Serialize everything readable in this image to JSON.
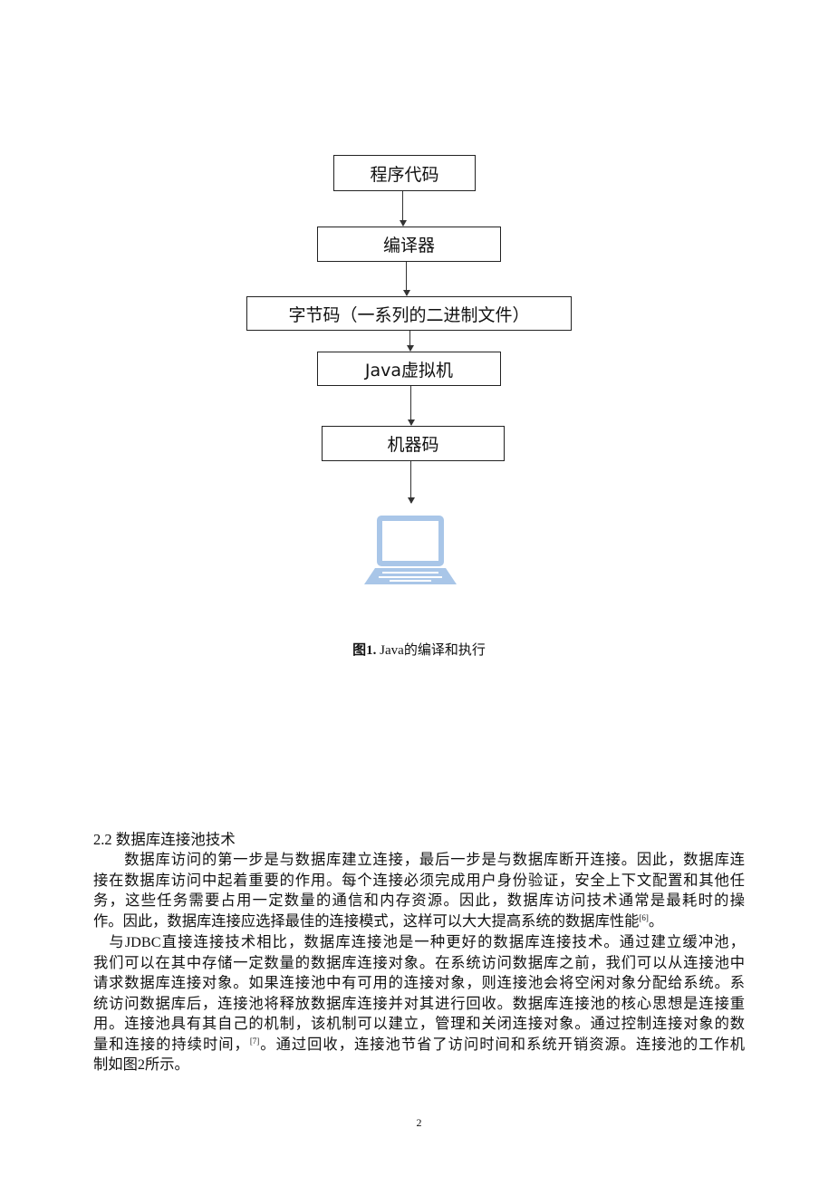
{
  "figure": {
    "boxes": [
      "程序代码",
      "编译器",
      "字节码（一系列的二进制文件）",
      "Java虚拟机",
      "机器码"
    ],
    "caption_label": "图1.",
    "caption_text": " Java的编译和执行",
    "end_icon": "laptop-icon",
    "icon_color": "#a9c6e8"
  },
  "section": {
    "heading": "2.2 数据库连接池技术",
    "lines": [
      "　　数据库访问的第一步是与数据库建立连接，最后一步是与数据库断开连接。因此，数据库连",
      "接在数据库访问中起着重要的作用。每个连接必须完成用户身份验证，安全上下文配置和其他任",
      "务，这些任务需要占用一定数量的通信和内存资源。因此，数据库访问技术通常是最耗时的操",
      {
        "pre": "作。因此，数据库连接应选择最佳的连接模式，这样可以大大提高系统的数据库性能",
        "sup": "[6]",
        "post": "。"
      },
      "　与JDBC直接连接技术相比，数据库连接池是一种更好的数据库连接技术。通过建立缓冲池，",
      "我们可以在其中存储一定数量的数据库连接对象。在系统访问数据库之前，我们可以从连接池中",
      "请求数据库连接对象。如果连接池中有可用的连接对象，则连接池会将空闲对象分配给系统。系",
      "统访问数据库后，连接池将释放数据库连接并对其进行回收。数据库连接池的核心思想是连接重",
      "用。连接池具有其自己的机制，该机制可以建立，管理和关闭连接对象。通过控制连接对象的数",
      {
        "pre": "量和连接的持续时间，",
        "sup": "[7]",
        "post": "。通过回收，连接池节省了访问时间和系统开销资源。连接池的工作机"
      },
      "制如图2所示。"
    ]
  },
  "page_number": "2"
}
